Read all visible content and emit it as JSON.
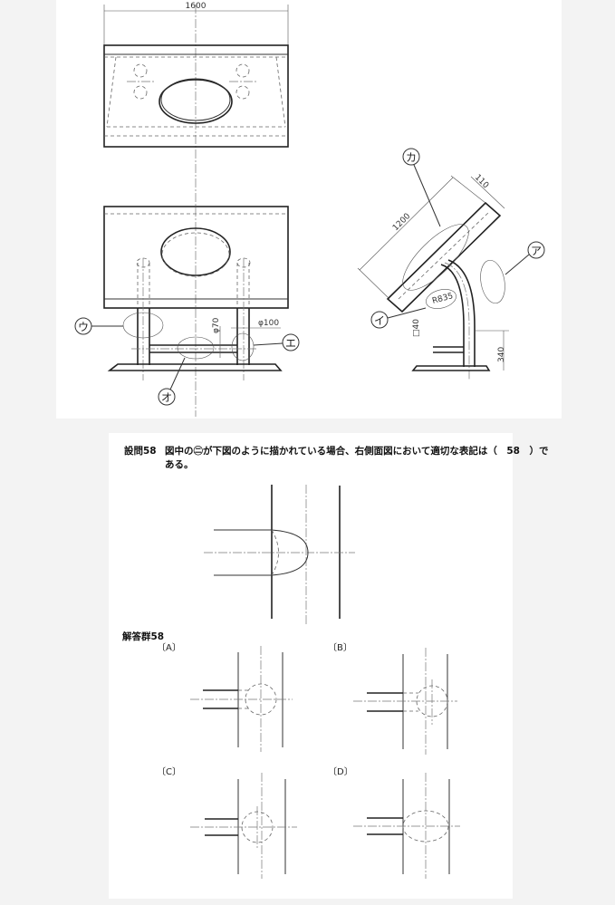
{
  "drawing": {
    "dimensions": {
      "width_top": "1600",
      "phi70": "φ70",
      "phi100": "φ100",
      "len1200": "1200",
      "thick110": "110",
      "radius": "R835",
      "square40": "□40",
      "height340": "340"
    },
    "callouts": {
      "a": "ア",
      "i": "イ",
      "u": "ウ",
      "e": "エ",
      "o": "オ",
      "ka": "カ"
    }
  },
  "question": {
    "number": "設問58",
    "text_line1": "図中の㊁が下図のように描かれている場合、右側面図において適切な表記は（　58　）で",
    "text_line2": "ある。"
  },
  "answers": {
    "title": "解答群58",
    "options": [
      {
        "label": "〔A〕"
      },
      {
        "label": "〔B〕"
      },
      {
        "label": "〔C〕"
      },
      {
        "label": "〔D〕"
      }
    ]
  }
}
